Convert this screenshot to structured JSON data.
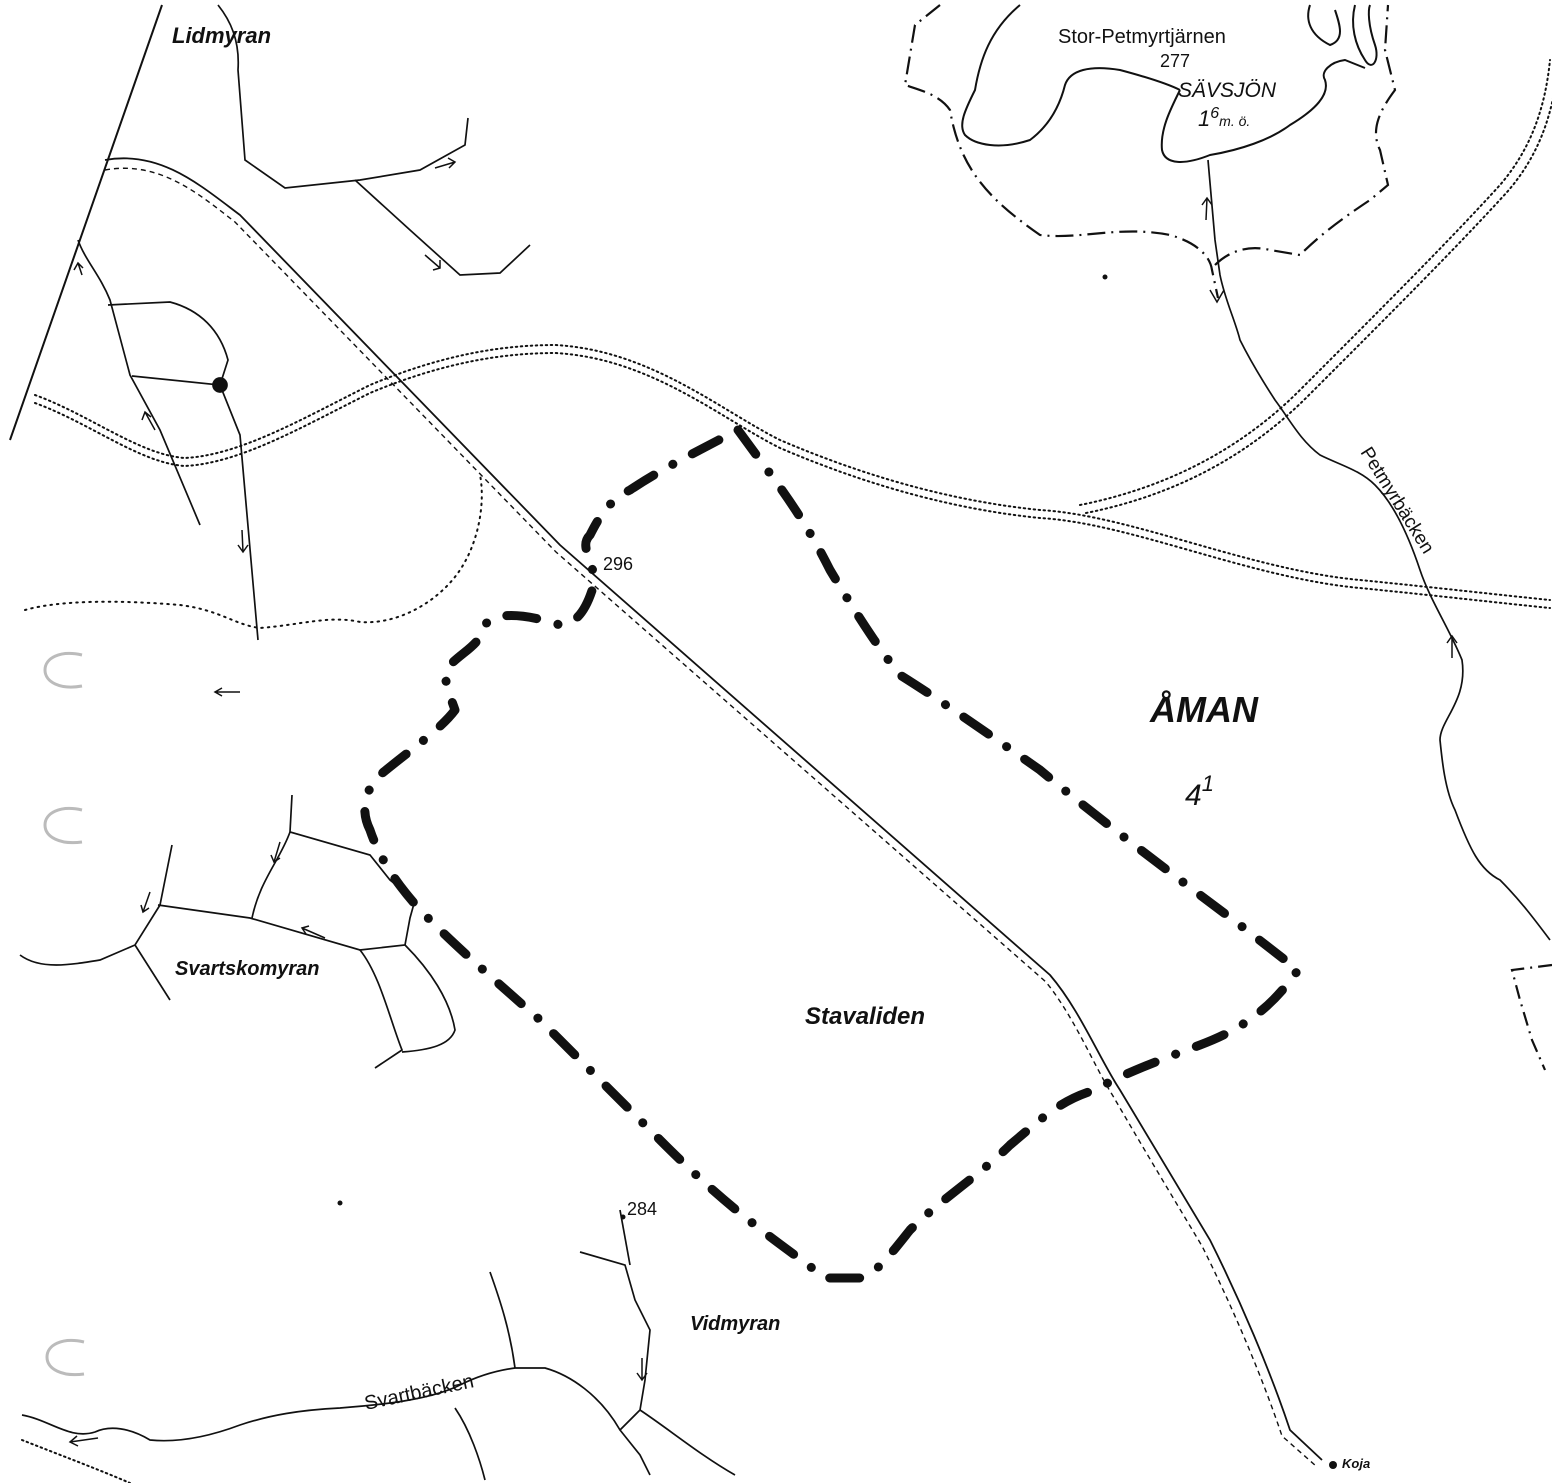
{
  "labels": {
    "lidmyran": "Lidmyran",
    "stor_petmyrtjarnen": "Stor-Petmyrtjärnen",
    "elevation_277": "277",
    "savsjon": "SÄVSJÖN",
    "savsjon_depth_num": "1",
    "savsjon_depth_sup": "6",
    "savsjon_depth_unit": "m. ö.",
    "petmyrbacken": "Petmyrbäcken",
    "aman": "ÅMAN",
    "aman_number": "4",
    "aman_number_sup": "1",
    "elevation_296": "296",
    "svartskomyran": "Svartskomyran",
    "stavaliden": "Stavaliden",
    "elevation_284": "284",
    "vidmyran": "Vidmyran",
    "svartbacken": "Svartbäcken",
    "koja": "Koja"
  },
  "colors": {
    "ink": "#111111",
    "binder_hole": "#bbbbbb"
  }
}
